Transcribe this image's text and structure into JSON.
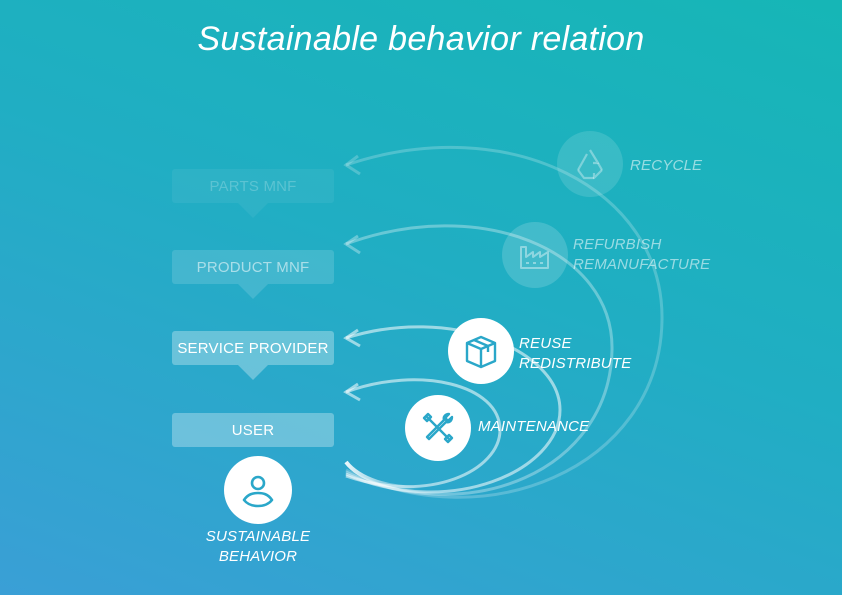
{
  "title": "Sustainable behavior relation",
  "stages": {
    "parts": "PARTS MNF",
    "product": "PRODUCT MNF",
    "service": "SERVICE PROVIDER",
    "user": "USER"
  },
  "loops": {
    "recycle": "RECYCLE",
    "refurbish_line1": "REFURBISH",
    "refurbish_line2": "REMANUFACTURE",
    "reuse_line1": "REUSE",
    "reuse_line2": "REDISTRIBUTE",
    "maintenance": "MAINTENANCE"
  },
  "behavior": {
    "line1": "SUSTAINABLE",
    "line2": "BEHAVIOR"
  },
  "icons": {
    "recycle": "recycle-icon",
    "refurbish": "factory-icon",
    "reuse": "box-icon",
    "maintenance": "tools-icon",
    "user": "person-icon"
  },
  "colors": {
    "accent": "#2aa7c9",
    "background_top": "#16b6b6",
    "background_bottom": "#3a9fd6"
  }
}
